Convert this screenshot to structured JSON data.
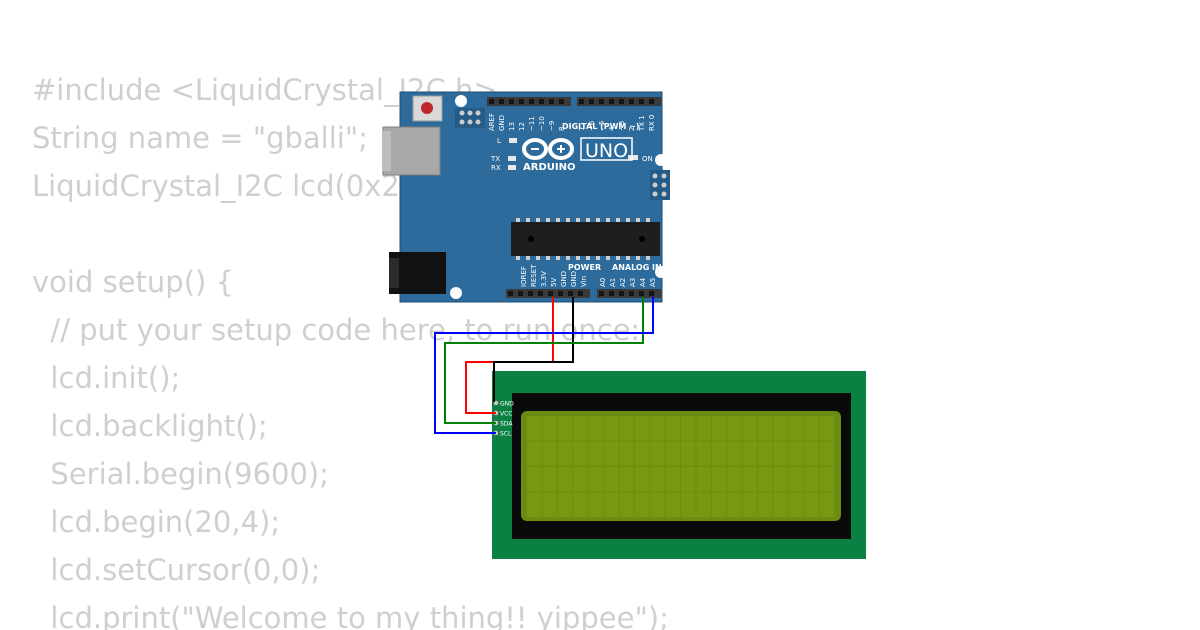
{
  "code_lines": [
    "#include <LiquidCrystal_I2C.h>",
    "String name = \"gballi\";",
    "LiquidCrystal_I2C lcd(0x27, 20, 4);",
    "",
    "void setup() {",
    "  // put your setup code here, to run once:",
    "  lcd.init();",
    "  lcd.backlight();",
    "  Serial.begin(9600);",
    "  lcd.begin(20,4);",
    "  lcd.setCursor(0,0);",
    "  lcd.print(\"Welcome to my thing!! yippee\");"
  ],
  "board": {
    "model": "UNO",
    "brand": "ARDUINO",
    "digital_label": "DIGITAL (PWM ~)",
    "power_label": "POWER",
    "analog_label": "ANALOG IN",
    "on_label": "ON",
    "l_label": "L",
    "tx_label": "TX",
    "rx_label": "RX",
    "top_pins": [
      "AREF",
      "GND",
      "13",
      "12",
      "~11",
      "~10",
      "~9",
      "8",
      "7",
      "~6",
      "~5",
      "4",
      "~3",
      "2",
      "TX 1",
      "RX 0"
    ],
    "power_pins": [
      "IOREF",
      "RESET",
      "3.3V",
      "5V",
      "GND",
      "GND",
      "Vin"
    ],
    "analog_pins": [
      "A0",
      "A1",
      "A2",
      "A3",
      "A4",
      "A5"
    ],
    "colors": {
      "pcb": "#2c6b9c",
      "pcb_dark": "#255c87",
      "header": "#3a3a3a"
    }
  },
  "lcd": {
    "pins": [
      "GND",
      "VCC",
      "SDA",
      "SCL"
    ],
    "colors": {
      "pcb": "#0b8043",
      "bezel": "#0a0a0a",
      "screen": "#6b8c12",
      "glass": "#78980f"
    }
  },
  "wires": {
    "vcc": "#ff0000",
    "gnd": "#000000",
    "sda": "#008000",
    "scl": "#0000ff"
  }
}
